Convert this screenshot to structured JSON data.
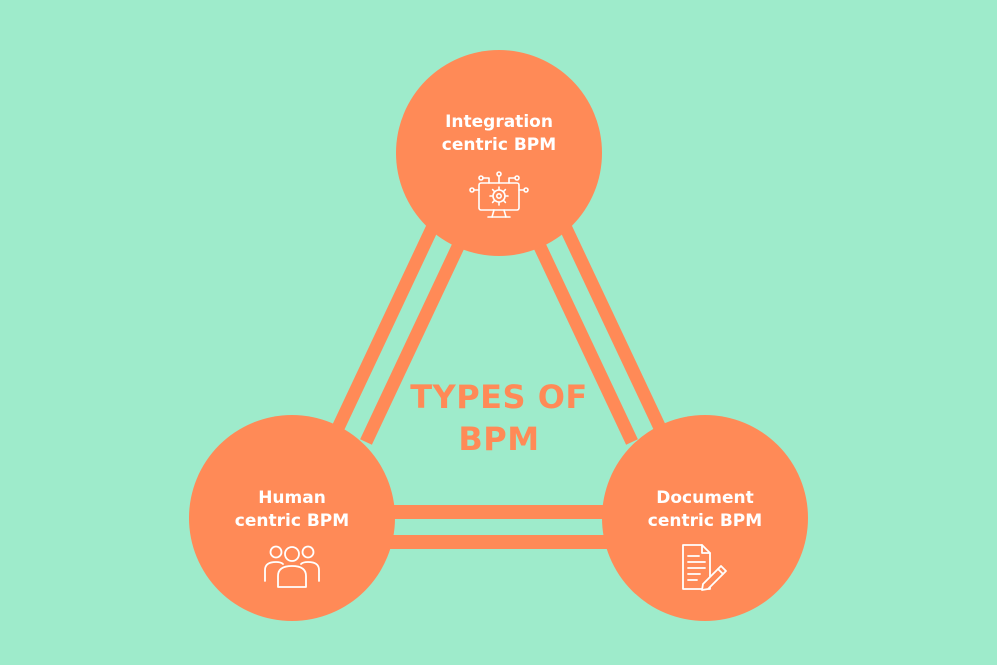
{
  "center": {
    "line1": "TYPES OF",
    "line2": "BPM"
  },
  "nodes": {
    "top": {
      "line1": "Integration",
      "line2": "centric BPM",
      "icon": "integration-icon"
    },
    "left": {
      "line1": "Human",
      "line2": "centric BPM",
      "icon": "people-icon"
    },
    "right": {
      "line1": "Document",
      "line2": "centric BPM",
      "icon": "document-edit-icon"
    }
  },
  "colors": {
    "background": "#9eebcb",
    "accent": "#ff8a57",
    "icon_stroke": "#ffffff"
  }
}
